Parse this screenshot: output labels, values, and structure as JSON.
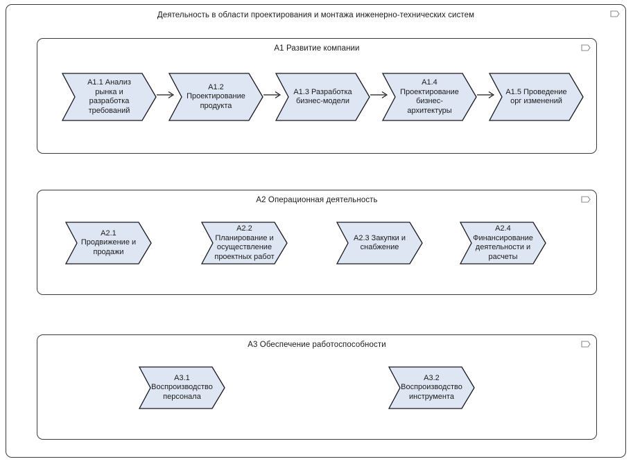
{
  "diagram": {
    "type": "value-chain-process-map",
    "title": "Деятельность в области проектирования и монтажа инженерно-технических систем",
    "badge_icon": "pennant-marker-icon",
    "colors": {
      "shape_fill": "#dfe6f3",
      "shape_stroke": "#16161e",
      "frame_stroke": "#3a3a3a",
      "text": "#1a1a1a",
      "background": "#ffffff"
    },
    "groups": [
      {
        "id": "A1",
        "title": "A1 Развитие компании",
        "connectors": 4,
        "shapes": [
          {
            "id": "A1.1",
            "label": "A1.1 Анализ\nрынка и\nразработка\nтребований"
          },
          {
            "id": "A1.2",
            "label": "A1.2\nПроектирование\nпродукта"
          },
          {
            "id": "A1.3",
            "label": "A1.3 Разработка\nбизнес-модели"
          },
          {
            "id": "A1.4",
            "label": "A1.4\nПроектирование\nбизнес-\nархитектуры"
          },
          {
            "id": "A1.5",
            "label": "A1.5 Проведение\nорг изменений"
          }
        ]
      },
      {
        "id": "A2",
        "title": "A2 Операционная деятельность",
        "connectors": 0,
        "shapes": [
          {
            "id": "A2.1",
            "label": "A2.1\nПродвижение и\nпродажи"
          },
          {
            "id": "A2.2",
            "label": "A2.2\nПланирование и\nосуществление\nпроектных работ"
          },
          {
            "id": "A2.3",
            "label": "A2.3 Закупки и\nснабжение"
          },
          {
            "id": "A2.4",
            "label": "A2.4\nФинансирование\nдеятельности и\nрасчеты"
          }
        ]
      },
      {
        "id": "A3",
        "title": "A3 Обеспечение работоспособности",
        "connectors": 0,
        "shapes": [
          {
            "id": "A3.1",
            "label": "A3.1\nВоспроизводство\nперсонала"
          },
          {
            "id": "A3.2",
            "label": "A3.2\nВоспроизводство\nинструмента"
          }
        ]
      }
    ]
  }
}
